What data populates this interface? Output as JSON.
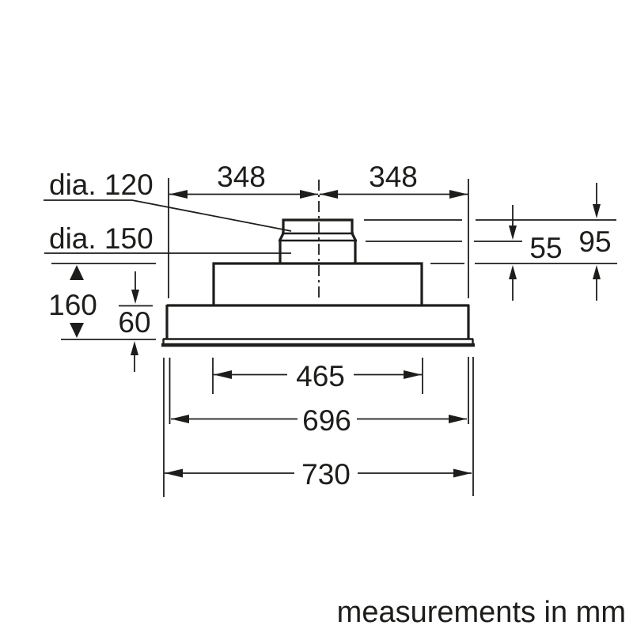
{
  "diagram_title": "built-in cooker hood dimension drawing, front view",
  "colors": {
    "ink": "#1d1d1b",
    "background": "#ffffff"
  },
  "dims": {
    "dia_top": "dia. 120",
    "dia_bottom": "dia. 150",
    "top_left": "348",
    "top_right": "348",
    "collar_step_height": "55",
    "collar_total_height": "95",
    "total_height": "160",
    "base_height": "60",
    "inner_width": "465",
    "body_width": "696",
    "overall_width": "730"
  },
  "footer": {
    "note": "measurements in mm"
  }
}
